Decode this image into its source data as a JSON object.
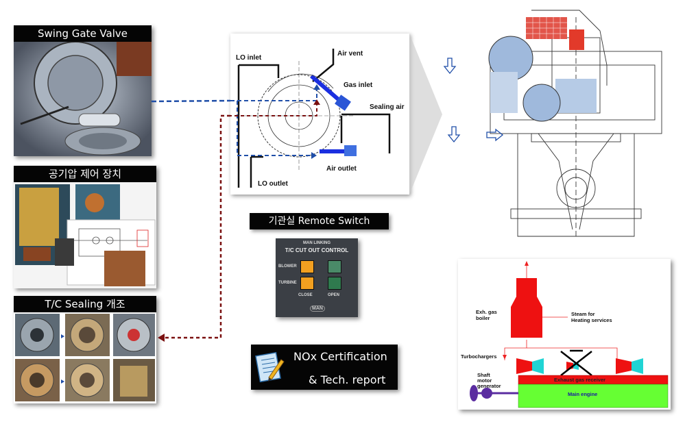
{
  "panels": {
    "swing_gate": {
      "title": "Swing Gate Valve"
    },
    "air_control": {
      "title": "공기압 제어 장치"
    },
    "tc_sealing": {
      "title": "T/C Sealing 개조"
    },
    "remote_switch": {
      "title": "기관실 Remote Switch",
      "plate_brand": "MAN LINKING",
      "plate_title": "T/C CUT OUT CONTROL",
      "row1": "BLOWER",
      "row2": "TURBINE",
      "btn1": "CLOSE",
      "btn2": "OPEN",
      "logo": "MAN"
    },
    "nox": {
      "line1": "NOx Certification",
      "line2": "& Tech. report"
    }
  },
  "valve_diagram": {
    "lo_inlet": "LO inlet",
    "air_vent": "Air vent",
    "gas_inlet": "Gas inlet",
    "sealing_air": "Sealing air",
    "air_outlet": "Air outlet",
    "lo_outlet": "LO outlet"
  },
  "system_diagram": {
    "boiler": "Exh. gas\nboiler",
    "steam": "Steam for\nHeating services",
    "turbochargers": "Turbochargers",
    "shaft_motor": "Shaft\nmotor\ngenerator",
    "receiver": "Exhaust gas receiver",
    "main_engine": "Main engine"
  },
  "colors": {
    "blue_dash": "#1f4ea8",
    "red_dash": "#7a1010",
    "engine_green": "#66ff33",
    "receiver_red": "#ee1111",
    "shaft_purple": "#5a2ca0"
  }
}
